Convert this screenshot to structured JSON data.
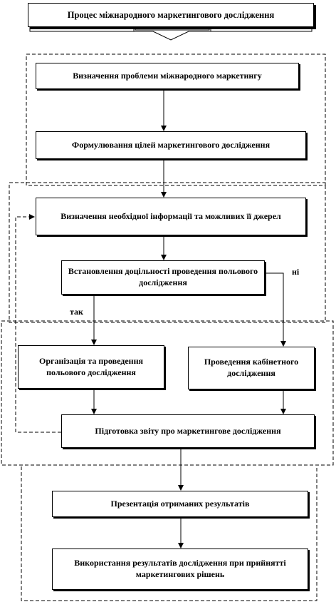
{
  "title": "Процес міжнародного маркетингового дослідження",
  "steps": {
    "problem": "Визначення проблеми міжнародного маркетингу",
    "goals": "Формулювання цілей маркетингового дослідження",
    "info": "Визначення необхідної інформації та можливих її джерел",
    "feasibility": "Встановлення доцільності проведення польового дослідження",
    "field": "Організація та проведення польового дослідження",
    "desk": "Проведення кабінетного дослідження",
    "report": "Підготовка звіту про маркетингове дослідження",
    "presentation": "Презентація отриманих результатів",
    "usage": "Використання результатів дослідження при прийнятті маркетингових рішень"
  },
  "labels": {
    "yes": "так",
    "no": "ні"
  }
}
